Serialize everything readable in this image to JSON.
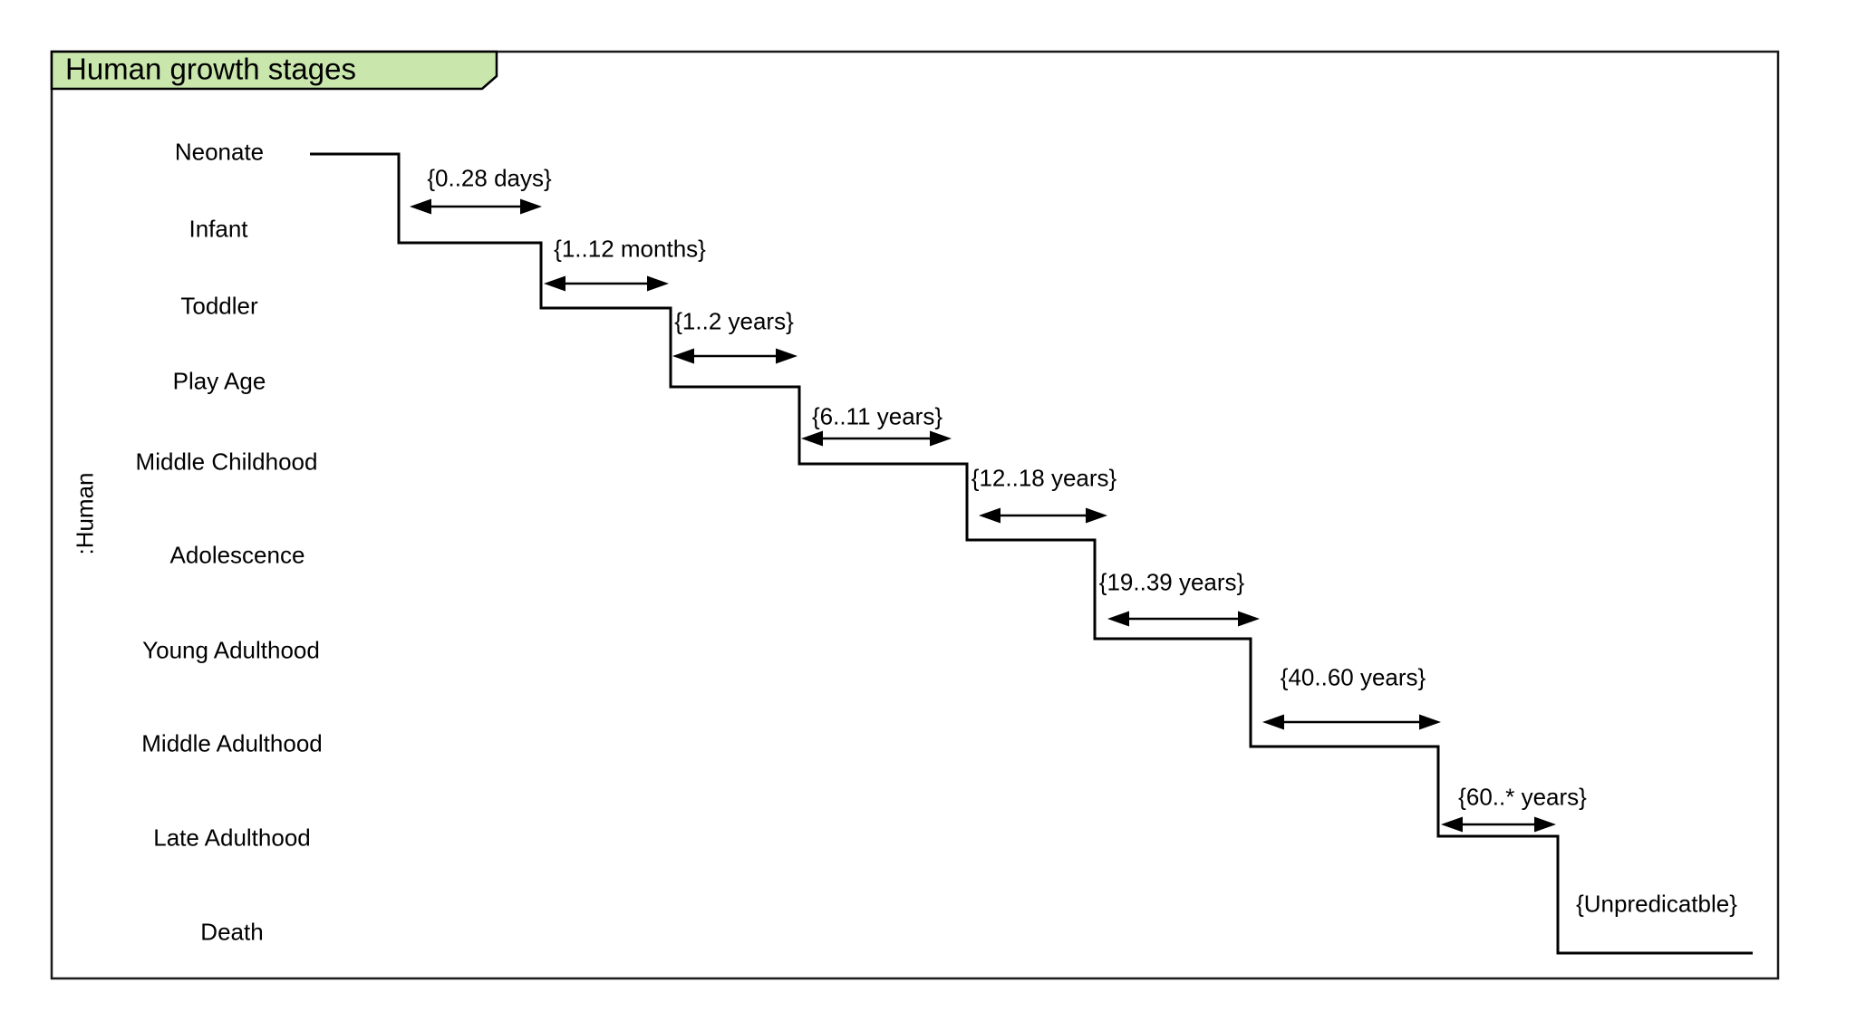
{
  "diagram": {
    "title": "Human growth stages",
    "lifeline": ":Human",
    "stage_labels": [
      "Neonate",
      "Infant",
      "Toddler",
      "Play Age",
      "Middle Childhood",
      "Adolescence",
      "Young Adulthood",
      "Middle Adulthood",
      "Late Adulthood",
      "Death"
    ],
    "duration_annotations": [
      "{0..28 days}",
      "{1..12 months}",
      "{1..2 years}",
      "{6..11 years}",
      "{12..18 years}",
      "{19..39 years}",
      "{40..60 years}",
      "{60..* years}",
      "{Unpredicatble}"
    ],
    "colors": {
      "title_tab_fill": "#c9e6ac",
      "line": "#000000",
      "frame_border": "#1a1a1a",
      "background": "#ffffff"
    }
  }
}
